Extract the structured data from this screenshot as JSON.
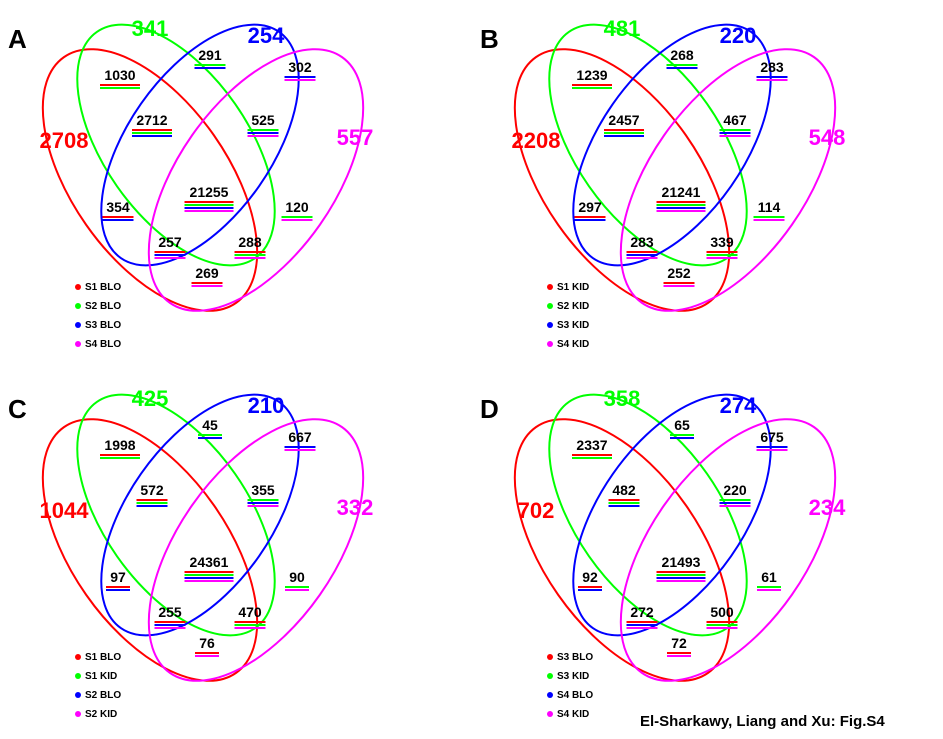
{
  "colors": {
    "set1": "#ff0000",
    "set2": "#00ff00",
    "set3": "#0000ff",
    "set4": "#ff00ff"
  },
  "panels": [
    {
      "letter": "A",
      "solo": [
        "2708",
        "341",
        "254",
        "557"
      ],
      "regions": [
        "1030",
        "291",
        "302",
        "2712",
        "525",
        "21255",
        "354",
        "120",
        "257",
        "288",
        "269"
      ],
      "legend": [
        "S1 BLO",
        "S2 BLO",
        "S3 BLO",
        "S4 BLO"
      ]
    },
    {
      "letter": "B",
      "solo": [
        "2208",
        "481",
        "220",
        "548"
      ],
      "regions": [
        "1239",
        "268",
        "283",
        "2457",
        "467",
        "21241",
        "297",
        "114",
        "283",
        "339",
        "252"
      ],
      "legend": [
        "S1 KID",
        "S2 KID",
        "S3 KID",
        "S4 KID"
      ]
    },
    {
      "letter": "C",
      "solo": [
        "1044",
        "425",
        "210",
        "332"
      ],
      "regions": [
        "1998",
        "45",
        "667",
        "572",
        "355",
        "24361",
        "97",
        "90",
        "255",
        "470",
        "76"
      ],
      "legend": [
        "S1 BLO",
        "S1 KID",
        "S2 BLO",
        "S2 KID"
      ]
    },
    {
      "letter": "D",
      "solo": [
        "702",
        "358",
        "274",
        "234"
      ],
      "regions": [
        "2337",
        "65",
        "675",
        "482",
        "220",
        "21493",
        "92",
        "61",
        "272",
        "500",
        "72"
      ],
      "legend": [
        "S3 BLO",
        "S3 KID",
        "S4 BLO",
        "S4 KID"
      ]
    }
  ],
  "credit": "El-Sharkawy, Liang and Xu: Fig.S4"
}
